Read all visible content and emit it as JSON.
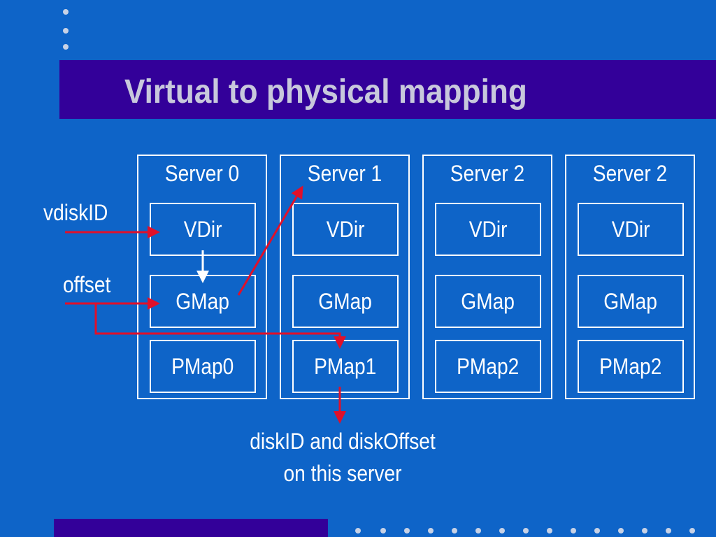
{
  "slide": {
    "title": "Virtual to physical mapping"
  },
  "servers": [
    {
      "label": "Server 0",
      "vdir": "VDir",
      "gmap": "GMap",
      "pmap": "PMap0"
    },
    {
      "label": "Server 1",
      "vdir": "VDir",
      "gmap": "GMap",
      "pmap": "PMap1"
    },
    {
      "label": "Server 2",
      "vdir": "VDir",
      "gmap": "GMap",
      "pmap": "PMap2"
    },
    {
      "label": "Server 2",
      "vdir": "VDir",
      "gmap": "GMap",
      "pmap": "PMap2"
    }
  ],
  "inputs": {
    "vdisk_label": "vdiskID",
    "offset_label": "offset"
  },
  "result": {
    "line1": "diskID and diskOffset",
    "line2": "on this server"
  },
  "colors": {
    "background": "#0e64c8",
    "title_bar": "#330099",
    "arrow_red": "#e0102a",
    "arrow_white": "#ffffff"
  }
}
